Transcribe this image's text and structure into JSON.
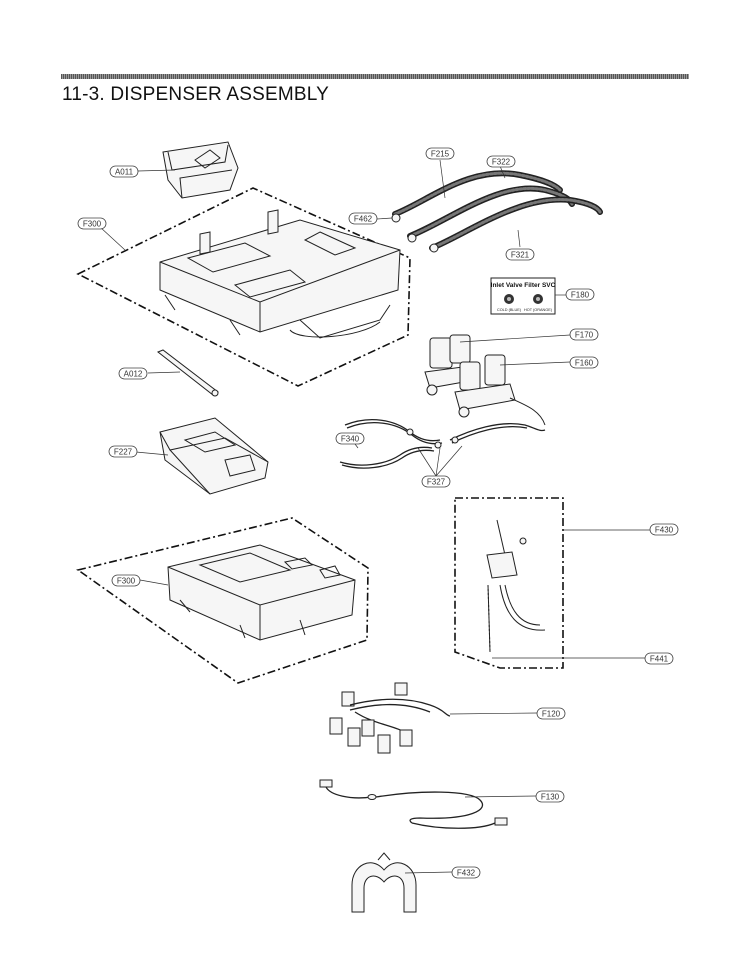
{
  "page": {
    "title": "11-3.  DISPENSER ASSEMBLY"
  },
  "parts": {
    "A011": "A011",
    "F300_upper": "F300",
    "F462": "F462",
    "F215": "F215",
    "F322": "F322",
    "F321": "F321",
    "F180": "F180",
    "F170": "F170",
    "F160": "F160",
    "A012": "A012",
    "F227": "F227",
    "F340": "F340",
    "F327": "F327",
    "F430": "F430",
    "F300_lower": "F300",
    "F441": "F441",
    "F120": "F120",
    "F130": "F130",
    "F432": "F432"
  },
  "filter_label": {
    "title": "Inlet Valve Filter SVC",
    "cold": "COLD (BLUE)",
    "hot": "HOT (ORANGE)"
  }
}
